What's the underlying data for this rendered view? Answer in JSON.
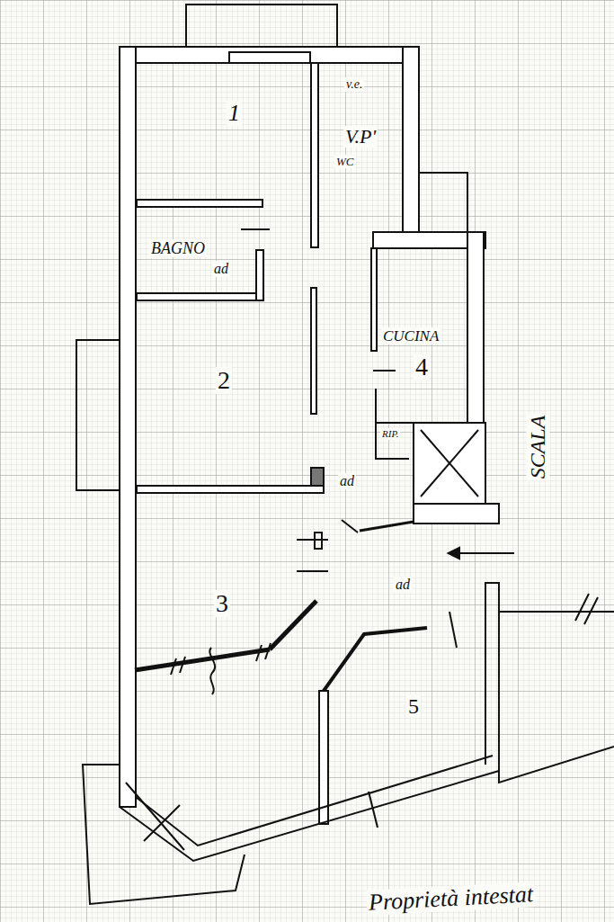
{
  "diagram": {
    "labels": [
      "v.e.",
      "V.P'",
      "WC",
      "1",
      "BAGNO",
      "ad",
      "CUCINA",
      "4",
      "2",
      "RIP.",
      "SCALA",
      "ad",
      "ad",
      "3",
      "5",
      "Proprietà intestat"
    ]
  }
}
